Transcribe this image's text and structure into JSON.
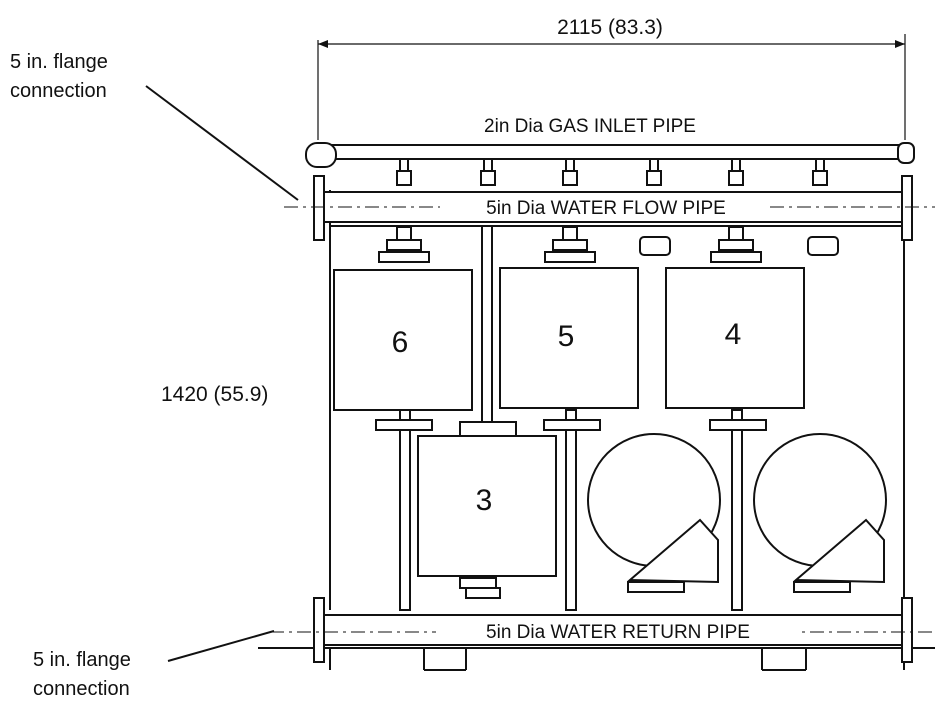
{
  "labels": {
    "flange_top": [
      "5 in. flange",
      "connection"
    ],
    "flange_bottom": [
      "5 in. flange",
      "connection"
    ],
    "width_dim": "2115 (83.3)",
    "height_dim": "1420 (55.9)",
    "gas_pipe": "2in Dia GAS INLET PIPE",
    "flow_pipe": "5in Dia WATER FLOW PIPE",
    "return_pipe": "5in Dia WATER RETURN PIPE"
  },
  "modules": [
    "6",
    "5",
    "4",
    "3"
  ],
  "colors": {
    "ink": "#111111",
    "background": "#ffffff"
  }
}
